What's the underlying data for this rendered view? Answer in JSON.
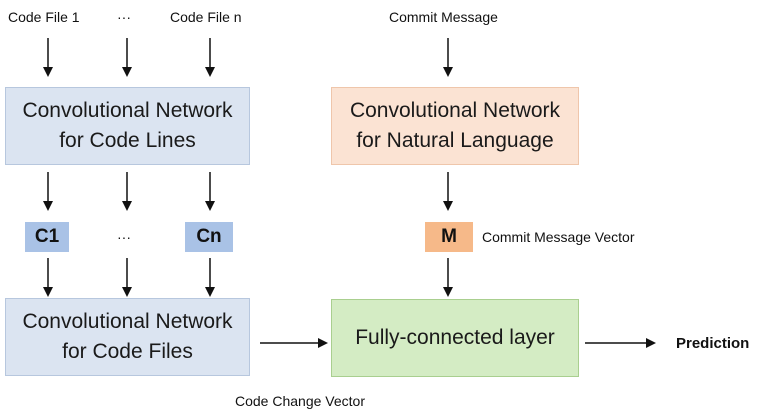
{
  "inputs": {
    "code_file_1": "Code File 1",
    "code_file_ellipsis": "···",
    "code_file_n": "Code File n",
    "commit_message": "Commit Message"
  },
  "boxes": {
    "cnn_code_lines": [
      "Convolutional Network",
      "for Code Lines"
    ],
    "cnn_natural_language": [
      "Convolutional Network",
      "for Natural Language"
    ],
    "cnn_code_files": [
      "Convolutional Network",
      "for Code Files"
    ],
    "fully_connected": "Fully-connected layer"
  },
  "vectors": {
    "c1": "C1",
    "ellipsis": "···",
    "cn": "Cn",
    "m": "M",
    "m_label": "Commit Message  Vector"
  },
  "outputs": {
    "code_change_vector": "Code Change  Vector",
    "prediction": "Prediction"
  },
  "colors": {
    "blue_box": "#dbe4f1",
    "orange_box": "#fbe3d3",
    "green_box": "#d4ecc4",
    "blue_vector": "#a9c2e6",
    "orange_vector": "#f6b989"
  }
}
